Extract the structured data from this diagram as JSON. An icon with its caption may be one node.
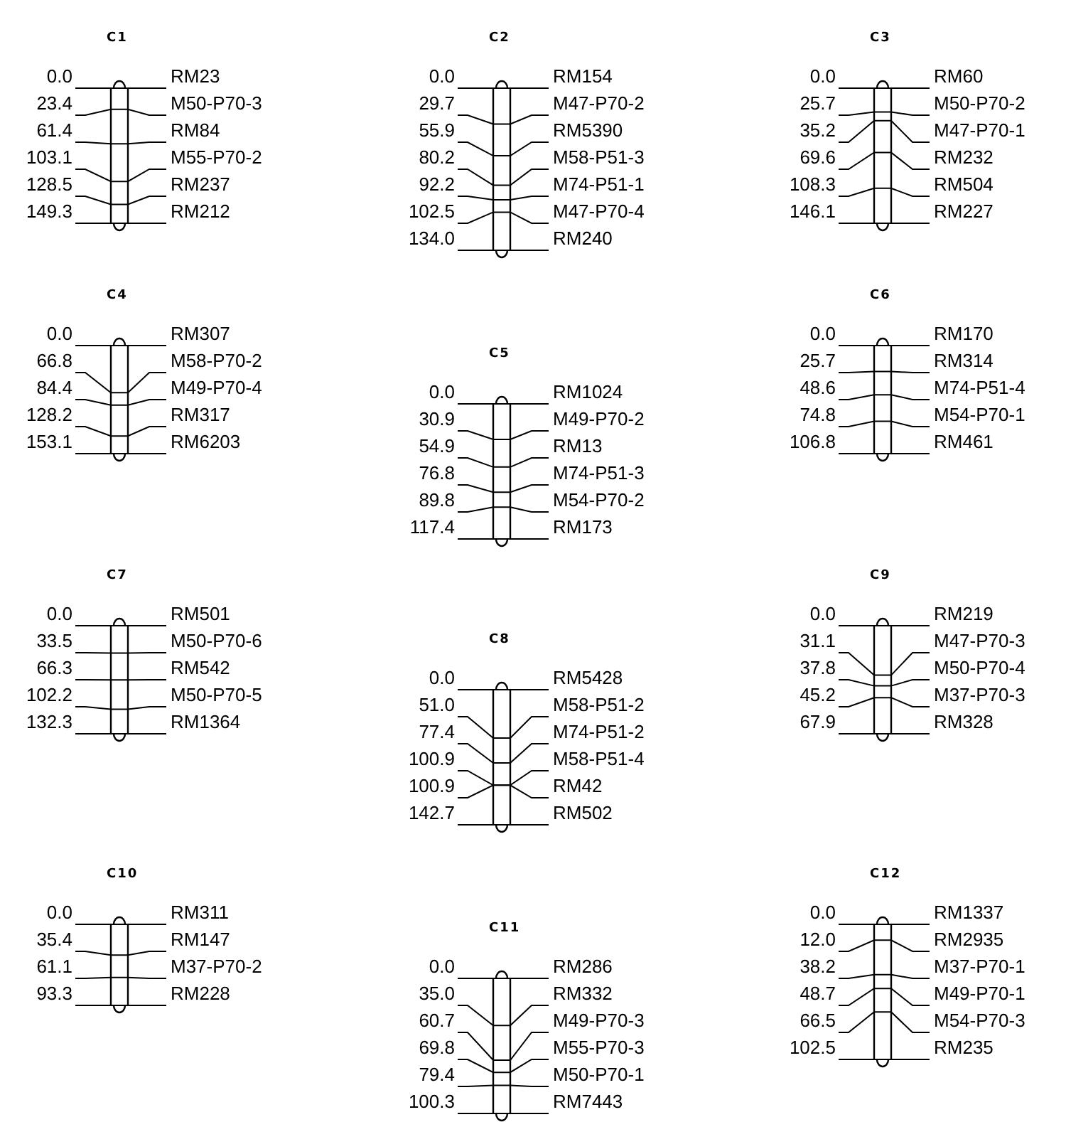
{
  "diagram": {
    "nodes": [
      {
        "text": [
          "C1"
        ]
      },
      {
        "text": [
          "C2"
        ]
      },
      {
        "text": [
          "C3"
        ]
      },
      {
        "text": [
          "C4"
        ]
      },
      {
        "text": [
          "C5"
        ]
      },
      {
        "text": [
          "C6"
        ]
      },
      {
        "text": [
          "C7"
        ]
      },
      {
        "text": [
          "C8"
        ]
      },
      {
        "text": [
          "C9"
        ]
      },
      {
        "text": [
          "C10"
        ]
      },
      {
        "text": [
          "C11"
        ]
      },
      {
        "text": [
          "C12"
        ]
      }
    ],
    "labels": [
      "0.0",
      "RM23",
      "23.4",
      "M50-P70-3",
      "61.4",
      "RM84",
      "103.1",
      "M55-P70-2",
      "128.5",
      "RM237",
      "149.3",
      "RM212",
      "0.0",
      "RM154",
      "29.7",
      "M47-P70-2",
      "55.9",
      "RM5390",
      "80.2",
      "M58-P51-3",
      "92.2",
      "M74-P51-1",
      "102.5",
      "M47-P70-4",
      "134.0",
      "RM240",
      "0.0",
      "RM60",
      "25.7",
      "M50-P70-2",
      "35.2",
      "M47-P70-1",
      "69.6",
      "RM232",
      "108.3",
      "RM504",
      "146.1",
      "RM227",
      "0.0",
      "RM307",
      "66.8",
      "M58-P70-2",
      "84.4",
      "M49-P70-4",
      "128.2",
      "RM317",
      "153.1",
      "RM6203",
      "0.0",
      "RM1024",
      "30.9",
      "M49-P70-2",
      "54.9",
      "RM13",
      "76.8",
      "M74-P51-3",
      "89.8",
      "M54-P70-2",
      "117.4",
      "RM173",
      "0.0",
      "RM170",
      "25.7",
      "RM314",
      "48.6",
      "M74-P51-4",
      "74.8",
      "M54-P70-1",
      "106.8",
      "RM461",
      "0.0",
      "RM501",
      "33.5",
      "M50-P70-6",
      "66.3",
      "RM542",
      "102.2",
      "M50-P70-5",
      "132.3",
      "RM1364",
      "0.0",
      "RM5428",
      "51.0",
      "M58-P51-2",
      "77.4",
      "M74-P51-2",
      "100.9",
      "M58-P51-4",
      "100.9",
      "RM42",
      "142.7",
      "RM502",
      "0.0",
      "RM219",
      "31.1",
      "M47-P70-3",
      "37.8",
      "M50-P70-4",
      "45.2",
      "M37-P70-3",
      "67.9",
      "RM328",
      "0.0",
      "RM311",
      "35.4",
      "RM147",
      "61.1",
      "M37-P70-2",
      "93.3",
      "RM228",
      "0.0",
      "RM286",
      "35.0",
      "RM332",
      "60.7",
      "M49-P70-3",
      "69.8",
      "M55-P70-3",
      "79.4",
      "M50-P70-1",
      "100.3",
      "RM7443",
      "0.0",
      "RM1337",
      "12.0",
      "RM2935",
      "38.2",
      "M37-P70-1",
      "48.7",
      "M49-P70-1",
      "66.5",
      "M54-P70-3",
      "102.5",
      "RM235"
    ]
  }
}
